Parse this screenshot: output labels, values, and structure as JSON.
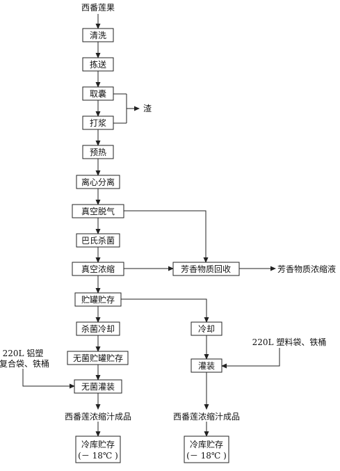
{
  "nodes": {
    "raw": "西番莲果",
    "wash": "清洗",
    "sort": "拣送",
    "sac": "取囊",
    "pulp": "打浆",
    "residue": "渣",
    "preheat": "预热",
    "centrifuge": "离心分离",
    "deaerate": "真空脱气",
    "pasteurize": "巴氏杀菌",
    "concentrate": "真空浓缩",
    "aroma_recovery": "芳香物质回收",
    "aroma_liquid": "芳香物质浓缩液",
    "tank_store": "贮罐贮存",
    "sterile_cool": "杀菌冷却",
    "aseptic_tank": "无菌贮罐贮存",
    "aseptic_fill": "无菌灌装",
    "package_left": [
      "220L 铝塑",
      "复合袋、铁桶"
    ],
    "product_left": "西番莲浓缩汁成品",
    "cold_left": [
      "冷库贮存",
      "(－ 18℃ )"
    ],
    "cool": "冷却",
    "fill": "灌装",
    "package_right": "220L 塑料袋、铁桶",
    "product_right": "西番莲浓缩汁成品",
    "cold_right": [
      "冷库贮存",
      "(－ 18℃ )"
    ]
  },
  "colors": {
    "line": "#222222",
    "text": "#111111"
  }
}
